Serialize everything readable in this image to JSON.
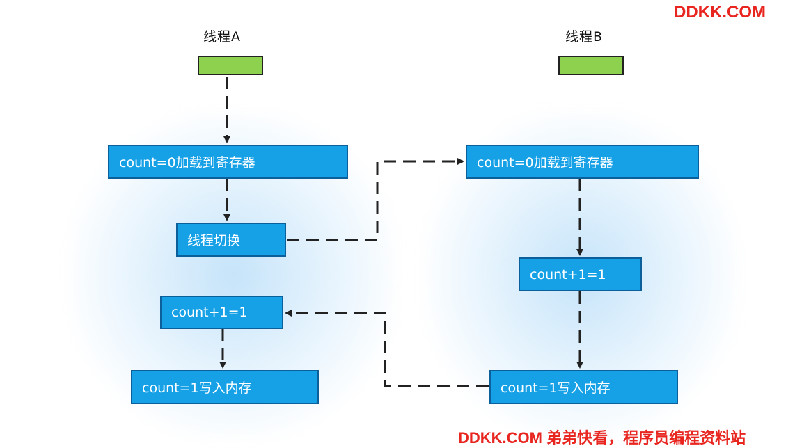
{
  "watermark": {
    "top": "DDKK.COM",
    "bottom": "DDKK.COM 弟弟快看，程序员编程资料站"
  },
  "thread_a": {
    "label": "线程A",
    "load": "count=0加载到寄存器",
    "switch": "线程切换",
    "increment": "count+1=1",
    "write": "count=1写入内存"
  },
  "thread_b": {
    "label": "线程B",
    "load": "count=0加载到寄存器",
    "increment": "count+1=1",
    "write": "count=1写入内存"
  },
  "colors": {
    "box_fill": "#16a1e7",
    "thread_bar": "#8dd14f",
    "watermark": "#e8251f"
  }
}
